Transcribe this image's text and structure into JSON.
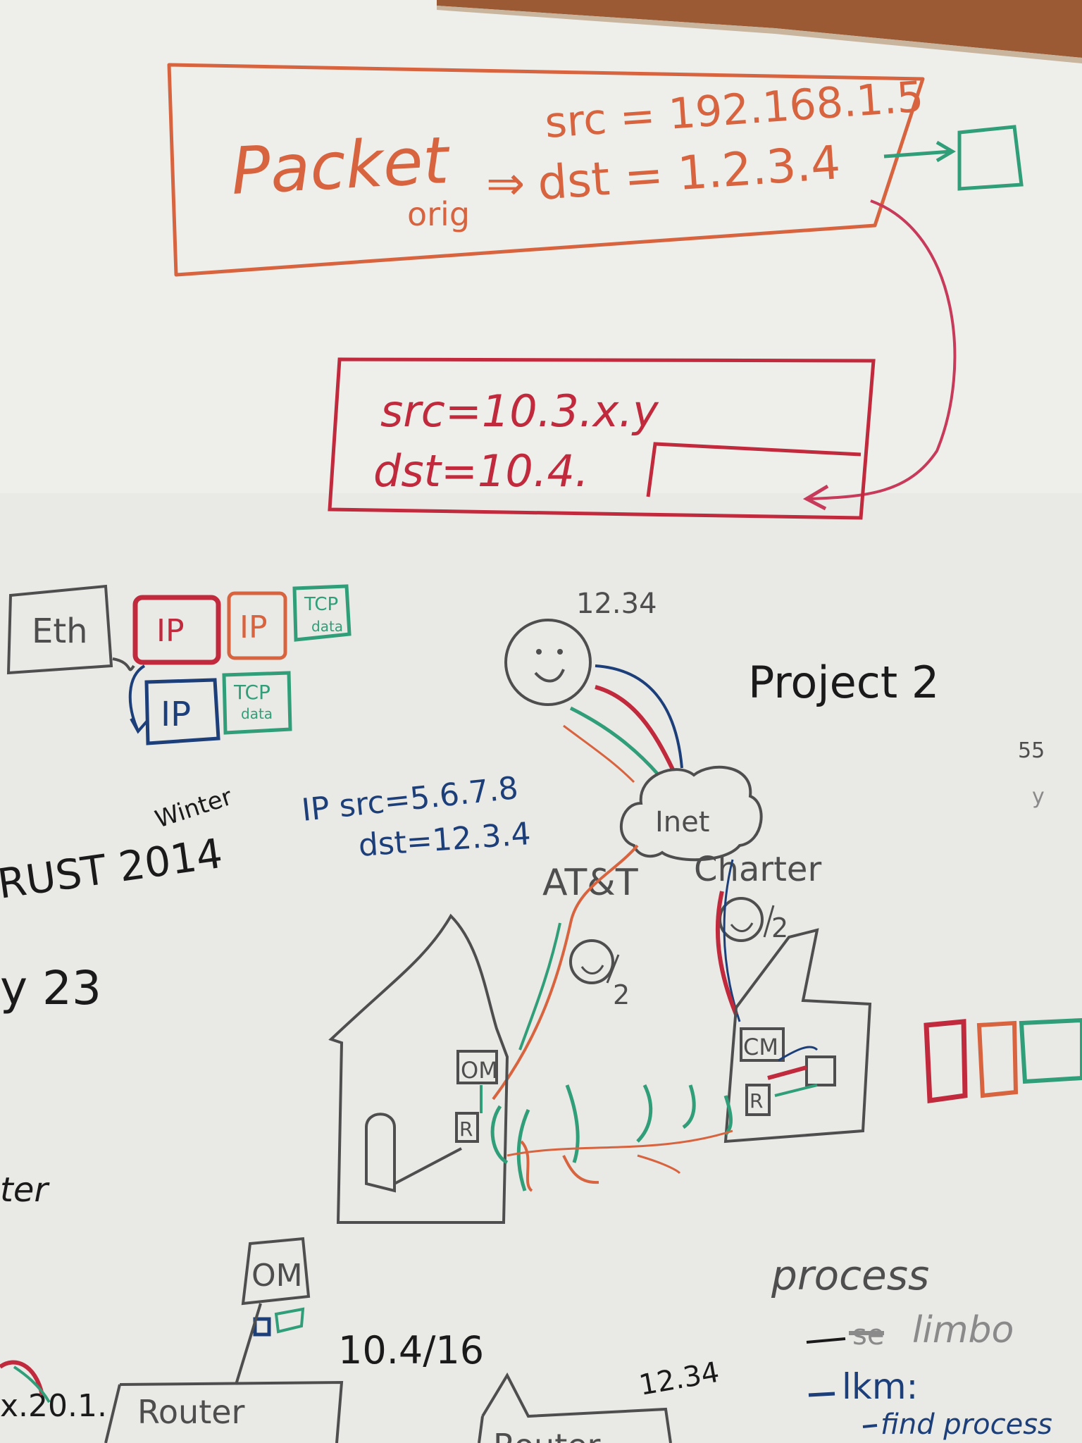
{
  "colors": {
    "board": "#e9e9e6",
    "frame": "#9c5a34",
    "orange": "#d8643f",
    "red": "#c02a3c",
    "blue": "#1c3f7a",
    "green": "#2f9e79",
    "black": "#1a1a1a",
    "gray": "#4e4e4e"
  },
  "packet_orig": {
    "title": "Packet",
    "subscript": "orig",
    "src": "src = 192.168.1.5",
    "arrow": "⇒",
    "dst": "dst = 1.2.3.4"
  },
  "packet_rewritten": {
    "src": "src=10.3.x.y",
    "dst": "dst=10.4."
  },
  "encapsulation": {
    "eth": "Eth",
    "ip_red": "IP",
    "ip_orange": "IP",
    "tcp_top": "TCP",
    "data_top": "data",
    "ip_blue": "IP",
    "tcp_bottom": "TCP",
    "data_bottom": "data"
  },
  "network": {
    "server_addr": "12.34",
    "project": "Project 2",
    "ip_header_line1": "IP src=5.6.7.8",
    "ip_header_line2": "dst=12.3.4",
    "internet": "Inet",
    "isp_left": "AT&T",
    "isp_right": "Charter",
    "home_modem": "OM",
    "home_router": "R",
    "office_modem": "CM",
    "office_router": "R",
    "half_left": "2",
    "half_right": "2",
    "margin_note_1": "55",
    "margin_note_2": "y"
  },
  "left_margin": {
    "course": "RUST 2014",
    "term": "Winter",
    "date": "y 23",
    "fragment": "ter",
    "addr_fragment": "x.20.1."
  },
  "bottom": {
    "modem": "OM",
    "subnet": "10.4/16",
    "router": "Router",
    "house_addr": "12.34",
    "router_partial": "Router",
    "process_title": "process",
    "process_item_1_struck": "se",
    "process_item_1": "limbo",
    "process_item_2": "lkm:",
    "process_sub_1": "find process"
  }
}
